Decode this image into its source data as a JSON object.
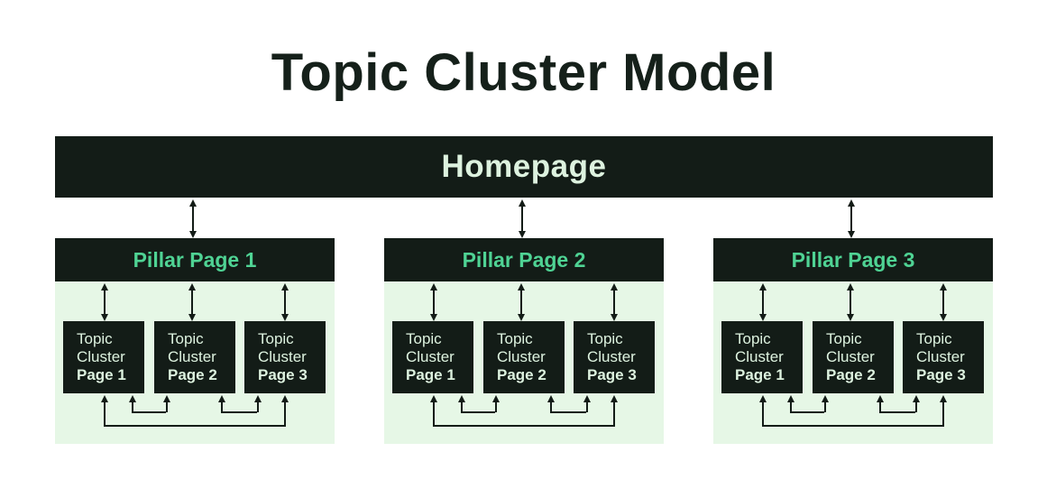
{
  "title": "Topic Cluster Model",
  "homepage": "Homepage",
  "pillars": [
    {
      "label": "Pillar Page 1",
      "clusters": [
        {
          "line1": "Topic",
          "line2": "Cluster",
          "line3": "Page 1"
        },
        {
          "line1": "Topic",
          "line2": "Cluster",
          "line3": "Page 2"
        },
        {
          "line1": "Topic",
          "line2": "Cluster",
          "line3": "Page 3"
        }
      ]
    },
    {
      "label": "Pillar Page 2",
      "clusters": [
        {
          "line1": "Topic",
          "line2": "Cluster",
          "line3": "Page 1"
        },
        {
          "line1": "Topic",
          "line2": "Cluster",
          "line3": "Page 2"
        },
        {
          "line1": "Topic",
          "line2": "Cluster",
          "line3": "Page 3"
        }
      ]
    },
    {
      "label": "Pillar Page 3",
      "clusters": [
        {
          "line1": "Topic",
          "line2": "Cluster",
          "line3": "Page 1"
        },
        {
          "line1": "Topic",
          "line2": "Cluster",
          "line3": "Page 2"
        },
        {
          "line1": "Topic",
          "line2": "Cluster",
          "line3": "Page 3"
        }
      ]
    }
  ],
  "colors": {
    "dark": "#131c17",
    "group_background": "#e6f7e6",
    "pillar_text": "#4fd394",
    "box_text": "#ddf2df"
  }
}
